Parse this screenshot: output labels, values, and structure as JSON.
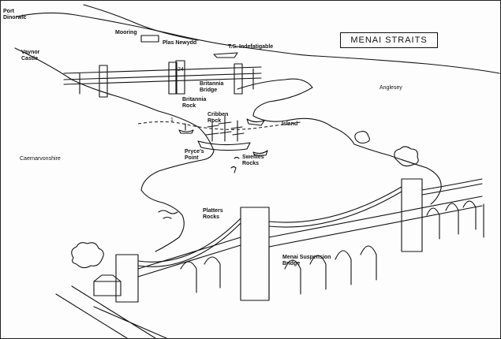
{
  "title": "MENAI STRAITS",
  "places": {
    "port_dinorwic": "Port\nDinorwic",
    "mooring": "Mooring",
    "plas_newydd": "Plas Newydd",
    "ts_indefatigable": "T.S. Indefatigable",
    "vaynor_castle": "Vaynor\nCastle",
    "anglesey": "Anglesey",
    "britannia_rock": "Britannia\nRock",
    "britannia_bridge": "Britannia\nBridge",
    "cribben_rock": "Cribben\nRock",
    "island": "Island",
    "pryces_point": "Pryce's\nPoint",
    "swellies_rocks": "Swellies\nRocks",
    "caernarvonshire": "Caernarvonshire",
    "platters_rocks": "Platters\nRocks",
    "menai_suspension_bridge": "Menai Suspension\nBridge"
  },
  "markers": {
    "one": "1",
    "two": "2",
    "pier": "24"
  }
}
